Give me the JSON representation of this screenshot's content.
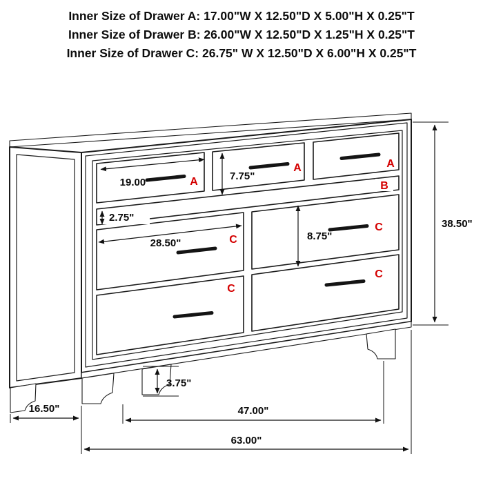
{
  "title_lines": [
    "Inner Size of Drawer A: 17.00\"W X 12.50\"D X 5.00\"H X 0.25\"T",
    "Inner Size of Drawer B: 26.00\"W X 12.50\"D X 1.25\"H X 0.25\"T",
    "Inner Size of Drawer C: 26.75\" W X 12.50\"D X 6.00\"H X 0.25\"T"
  ],
  "drawer_labels": {
    "a1": "A",
    "a2": "A",
    "a3": "A",
    "b": "B",
    "c1": "C",
    "c2": "C",
    "c3": "C",
    "c4": "C"
  },
  "dimensions": {
    "drawer_a_width": "19.00\"",
    "drawer_a_front_height": "7.75\"",
    "drawer_b_front_height": "2.75\"",
    "drawer_c_width": "28.50\"",
    "drawer_c_front_height": "8.75\"",
    "overall_height": "38.50\"",
    "foot_height": "3.75\"",
    "side_depth": "16.50\"",
    "between_legs_width": "47.00\"",
    "overall_width": "63.00\""
  },
  "colors": {
    "drawer_label_red": "#d40000",
    "line_black": "#1a1a1a",
    "background": "#ffffff"
  }
}
